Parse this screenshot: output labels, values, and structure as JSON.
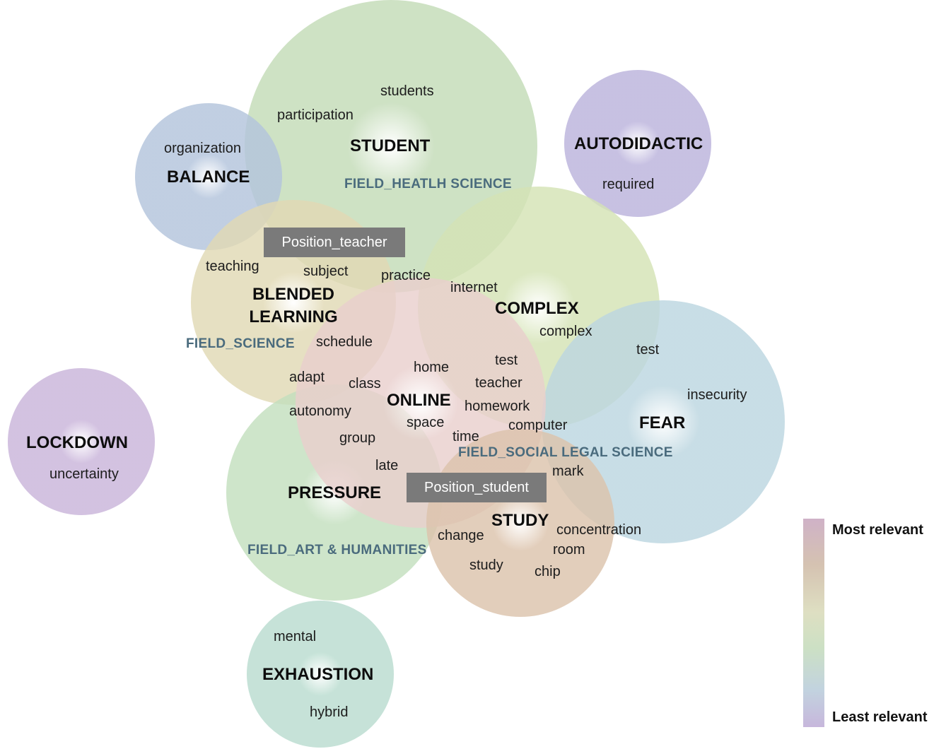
{
  "clusters": [
    {
      "id": "student",
      "title": "STUDENT",
      "color": "#c3dbb7",
      "words": [
        "students",
        "participation"
      ],
      "field": "FIELD_HEATLH SCIENCE"
    },
    {
      "id": "balance",
      "title": "BALANCE",
      "color": "#b3c4dc",
      "words": [
        "organization"
      ]
    },
    {
      "id": "autodidactic",
      "title": "AUTODIDACTIC",
      "color": "#bbb3dc",
      "words": [
        "required"
      ]
    },
    {
      "id": "blended",
      "title": "BLENDED LEARNING",
      "color": "#e1d9b4",
      "words": [
        "teaching",
        "subject"
      ],
      "field": "FIELD_SCIENCE"
    },
    {
      "id": "complex",
      "title": "COMPLEX",
      "color": "#d4e3b5",
      "words": [
        "internet",
        "complex"
      ]
    },
    {
      "id": "online",
      "title": "ONLINE",
      "color": "#e9cfcd",
      "words": [
        "practice",
        "schedule",
        "adapt",
        "class",
        "home",
        "test",
        "teacher",
        "autonomy",
        "homework",
        "space",
        "computer",
        "group",
        "time",
        "late"
      ]
    },
    {
      "id": "fear",
      "title": "FEAR",
      "color": "#bcd6e0",
      "words": [
        "test",
        "insecurity"
      ],
      "field": "FIELD_SOCIAL LEGAL SCIENCE"
    },
    {
      "id": "lockdown",
      "title": "LOCKDOWN",
      "color": "#c9b4da",
      "words": [
        "uncertainty"
      ]
    },
    {
      "id": "pressure",
      "title": "PRESSURE",
      "color": "#c3dfbe",
      "words": [],
      "field": "FIELD_ART & HUMANITIES"
    },
    {
      "id": "study",
      "title": "STUDY",
      "color": "#dcc3ac",
      "words": [
        "mark",
        "change",
        "concentration",
        "room",
        "study",
        "chip"
      ]
    },
    {
      "id": "exhaustion",
      "title": "EXHAUSTION",
      "color": "#b9dccf",
      "words": [
        "mental",
        "hybrid"
      ]
    }
  ],
  "positions": [
    "Position_teacher",
    "Position_student"
  ],
  "legend": {
    "top": "Most relevant",
    "bottom": "Least relevant"
  }
}
